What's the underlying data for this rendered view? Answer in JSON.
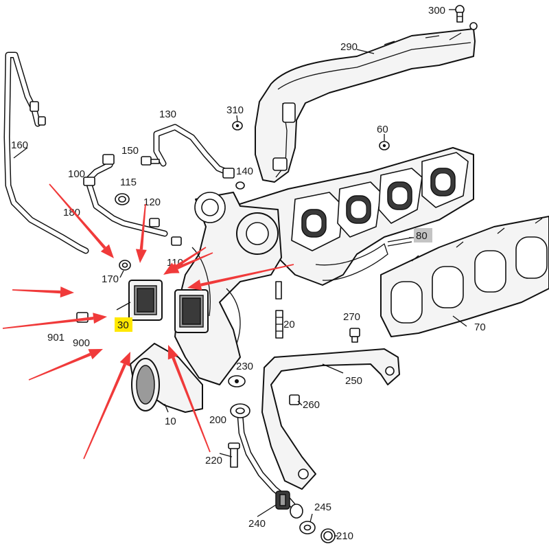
{
  "labels": {
    "p10": "10",
    "p20": "20",
    "p30": "30",
    "p60": "60",
    "p70": "70",
    "p80": "80",
    "p100": "100",
    "p115": "115",
    "p120": "120",
    "p130": "130",
    "p140": "140",
    "p150": "150",
    "p160": "160",
    "p170": "170",
    "p180": "180",
    "p200": "200",
    "p210": "210",
    "p220": "220",
    "p230": "230",
    "p240": "240",
    "p245": "245",
    "p250": "250",
    "p260": "260",
    "p270": "270",
    "p290": "290",
    "p300": "300",
    "p310": "310",
    "p901": "901",
    "p900": "900",
    "p110": "110"
  },
  "highlights": {
    "primary_part_color": "#ffe800",
    "secondary_part_color": "#c4c4c4"
  },
  "arrow_color": "#f03a3a",
  "arrow_count": 10
}
